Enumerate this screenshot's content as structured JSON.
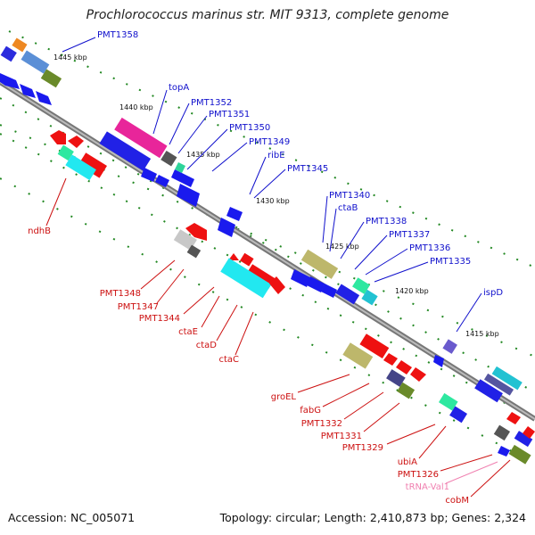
{
  "title": "Prochlorococcus marinus str. MIT 9313, complete genome",
  "footer": {
    "accession": "Accession: NC_005071",
    "stats": "Topology: circular; Length: 2,410,873 bp; Genes: 2,324"
  },
  "colors": {
    "backbone": "#8e8e8e",
    "forward_label": "#1010cc",
    "reverse_label": "#cc1010",
    "trna_label": "#f080b0",
    "tick": "#228822",
    "arrow_forward": "#1a1aee",
    "arrow_reverse": "#ee1111"
  },
  "ticks": [
    {
      "label": "1445 kbp"
    },
    {
      "label": "1440 kbp"
    },
    {
      "label": "1435 kbp"
    },
    {
      "label": "1430 kbp"
    },
    {
      "label": "1425 kbp"
    },
    {
      "label": "1420 kbp"
    },
    {
      "label": "1415 kbp"
    }
  ],
  "gene_labels": {
    "forward": [
      "PMT1358",
      "topA",
      "PMT1352",
      "PMT1351",
      "PMT1350",
      "PMT1349",
      "ribE",
      "PMT1345",
      "PMT1340",
      "ctaB",
      "PMT1338",
      "PMT1337",
      "PMT1336",
      "PMT1335",
      "ispD"
    ],
    "reverse": [
      "ndhB",
      "PMT1348",
      "PMT1347",
      "PMT1344",
      "ctaE",
      "ctaD",
      "ctaC",
      "groEL",
      "fabG",
      "PMT1332",
      "PMT1331",
      "PMT1329",
      "ubiA",
      "PMT1326",
      "cobM"
    ],
    "trna": [
      "tRNA-Val1"
    ]
  }
}
